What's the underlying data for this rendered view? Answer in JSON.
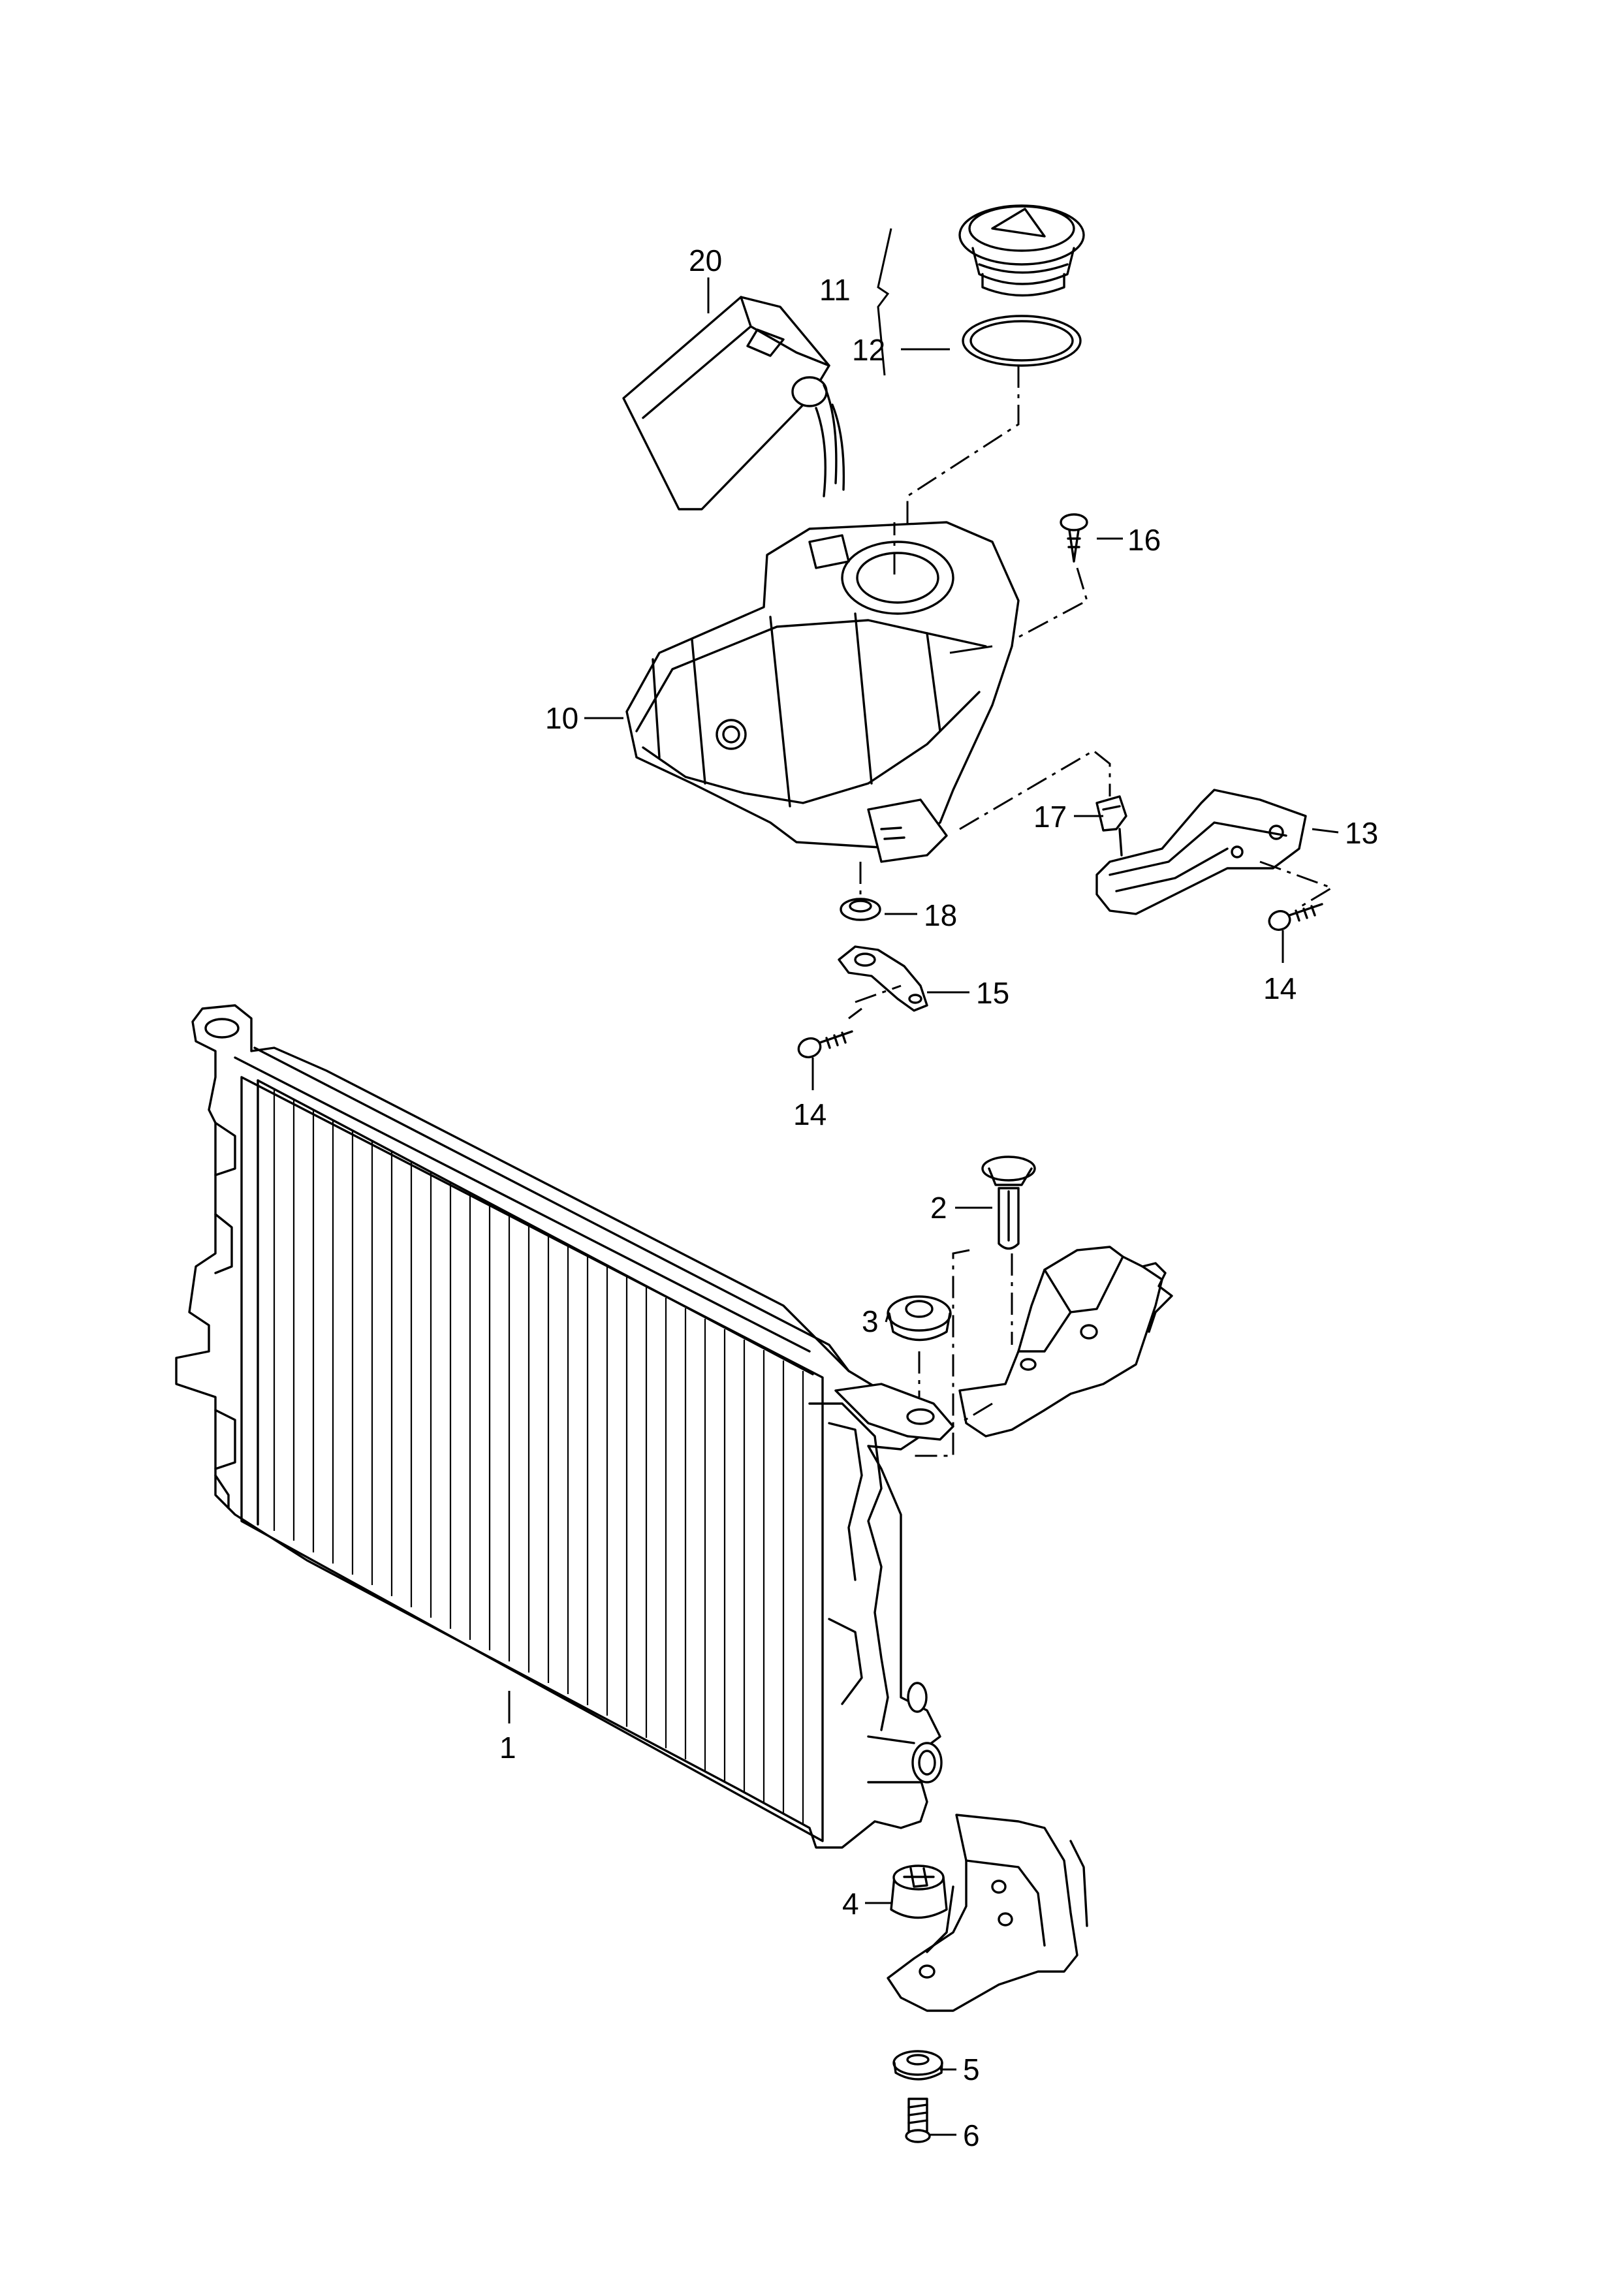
{
  "callouts": [
    {
      "id": "c20",
      "text": "20"
    },
    {
      "id": "c11",
      "text": "11"
    },
    {
      "id": "c12",
      "text": "12"
    },
    {
      "id": "c16",
      "text": "16"
    },
    {
      "id": "c10",
      "text": "10"
    },
    {
      "id": "c17",
      "text": "17"
    },
    {
      "id": "c13",
      "text": "13"
    },
    {
      "id": "c18",
      "text": "18"
    },
    {
      "id": "c14a",
      "text": "14"
    },
    {
      "id": "c15",
      "text": "15"
    },
    {
      "id": "c14b",
      "text": "14"
    },
    {
      "id": "c2",
      "text": "2"
    },
    {
      "id": "c3",
      "text": "3"
    },
    {
      "id": "c1",
      "text": "1"
    },
    {
      "id": "c4",
      "text": "4"
    },
    {
      "id": "c5",
      "text": "5"
    },
    {
      "id": "c6",
      "text": "6"
    }
  ],
  "colors": {
    "line": "#000000",
    "background": "#ffffff"
  }
}
